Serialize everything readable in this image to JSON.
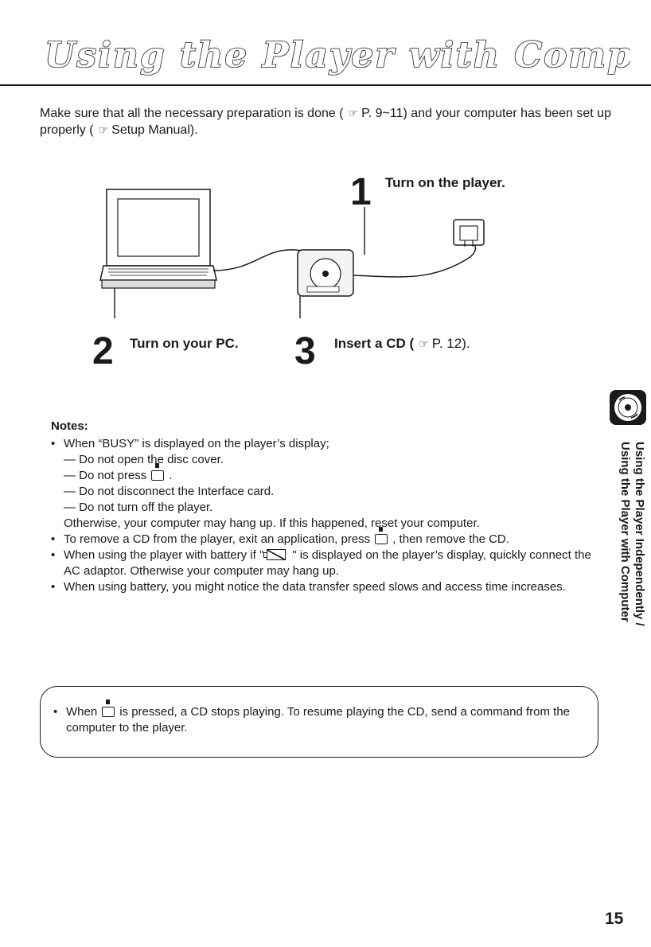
{
  "page": {
    "title": "Using the Player with Computer",
    "intro": {
      "part1": "Make sure that all the necessary preparation is done (",
      "ref1": "P. 9~11",
      "part2": ") and your computer has been set up properly (",
      "ref2": "Setup Manual",
      "part3": ")."
    },
    "steps": [
      {
        "number": "1",
        "text": "Turn on the player."
      },
      {
        "number": "2",
        "text": "Turn on your PC."
      },
      {
        "number": "3",
        "text": "Insert a CD (",
        "ref": "P. 12",
        "end": ")."
      }
    ],
    "notes": {
      "title": "Notes:",
      "busy_intro": "When “BUSY” is displayed on the player’s display;",
      "busy_dashes": [
        "— Do not open the disc cover.",
        "— Do not press",
        "— Do not disconnect the Interface card.",
        "— Do not turn off the player."
      ],
      "busy_outro": "Otherwise, your computer may hang up. If this happened, reset your computer.",
      "remove_cd_a": "To remove a CD from the player, exit an application, press",
      "remove_cd_b": ", then remove the CD.",
      "battery_a": "When using the player with battery if \"",
      "battery_b": "\" is displayed on the player’s display, quickly connect the AC adaptor. Otherwise your computer may hang up.",
      "transfer": "When using battery, you might notice the data transfer speed slows and access time increases."
    },
    "bottom_note": {
      "a": "When",
      "b": "is pressed, a CD stops playing. To resume playing the CD, send a command from the computer to the player."
    },
    "side_tab": "Using the Player Independently / Using the Player with Computer",
    "page_number": "15",
    "icons": {
      "pointing_hand": "pointing-hand-icon",
      "stop_button": "stop-button-icon",
      "battery": "low-battery-icon",
      "cd": "cd-icon"
    }
  }
}
